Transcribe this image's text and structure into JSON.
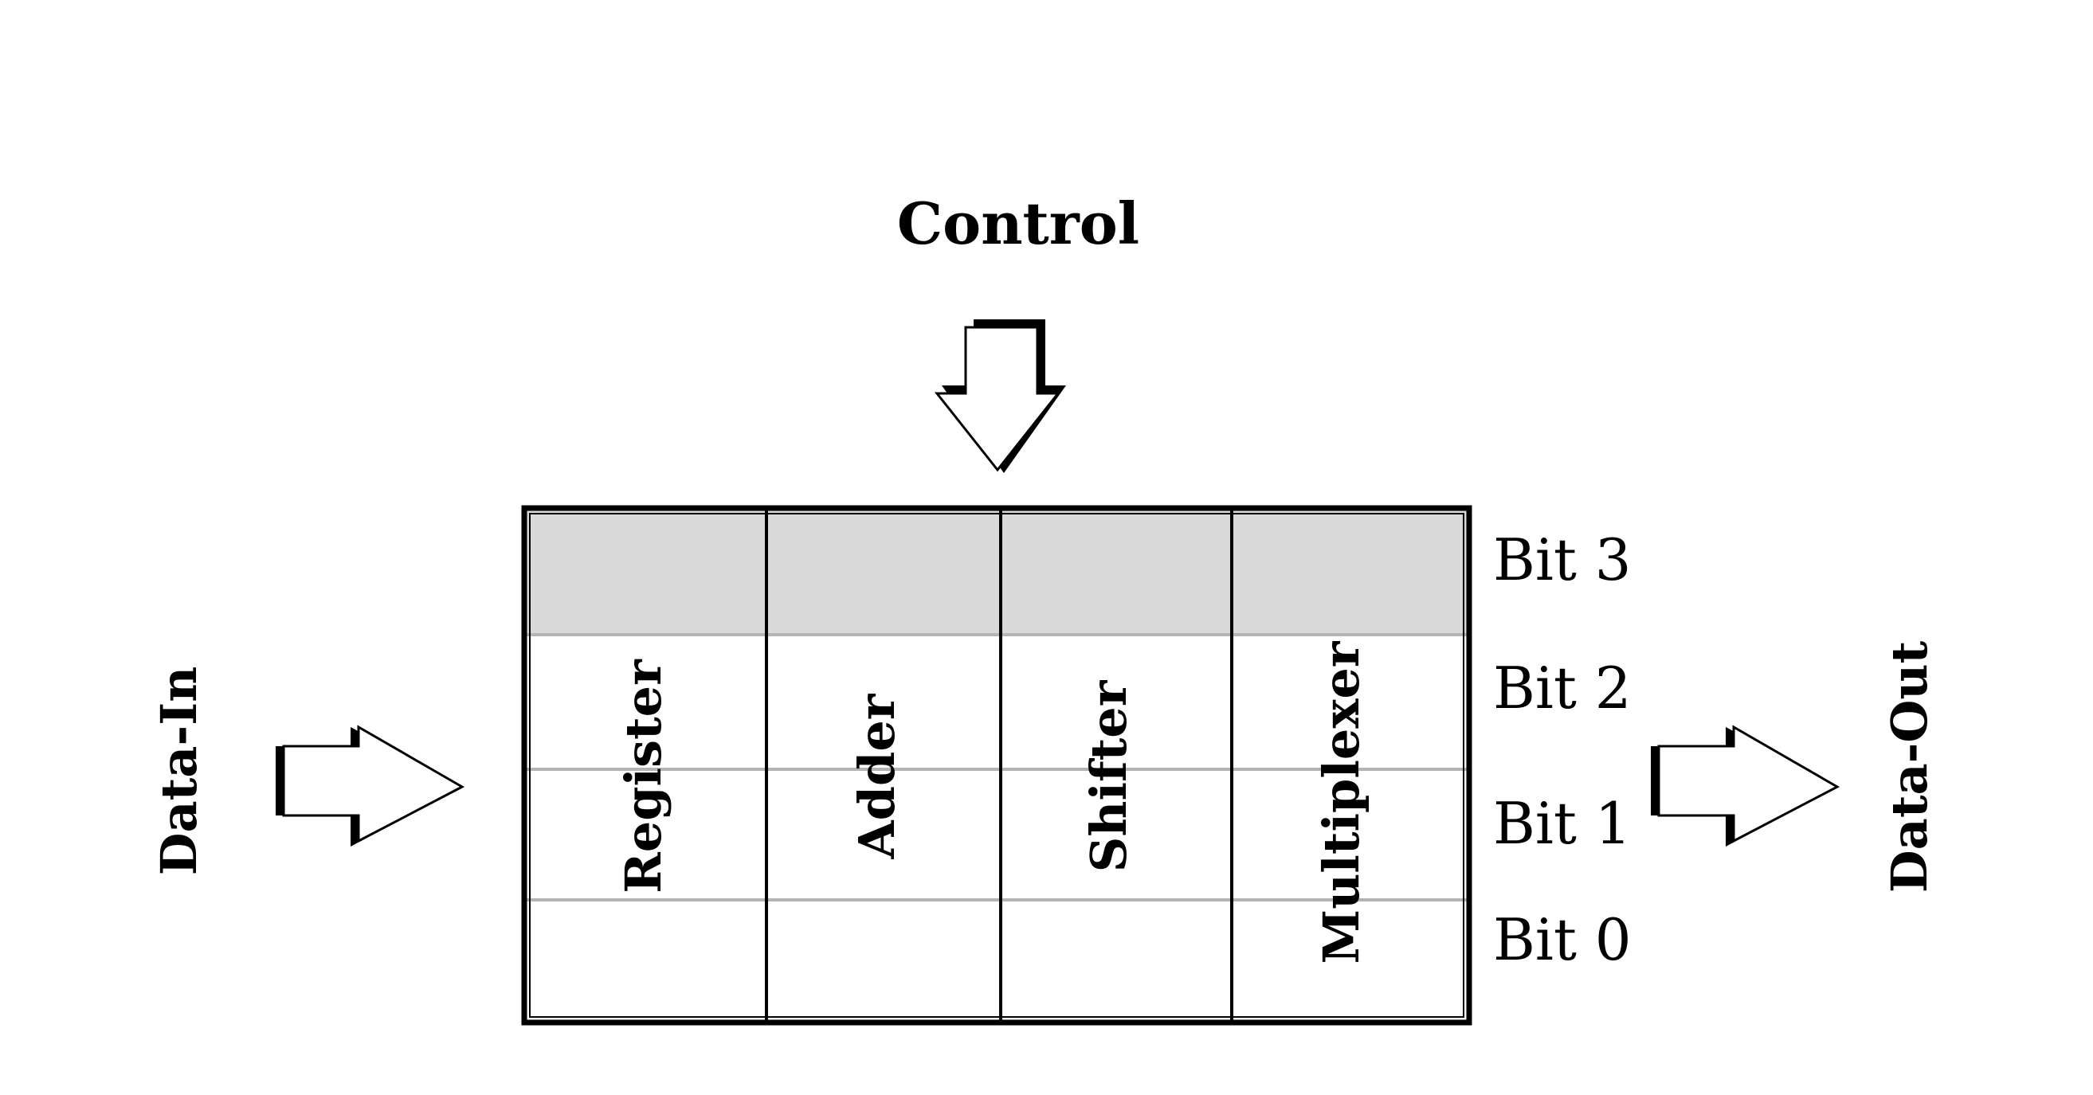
{
  "diagram": {
    "control_label": "Control",
    "data_in_label": "Data-In",
    "data_out_label": "Data-Out",
    "columns": [
      "Register",
      "Adder",
      "Shifter",
      "Multiplexer"
    ],
    "bits": [
      "Bit 3",
      "Bit 2",
      "Bit 1",
      "Bit 0"
    ],
    "highlighted_bit": "Bit 3",
    "colors": {
      "line": "#000000",
      "highlight_fill": "#d9d9d9",
      "divider": "#b3b3b3",
      "background": "#ffffff"
    }
  }
}
